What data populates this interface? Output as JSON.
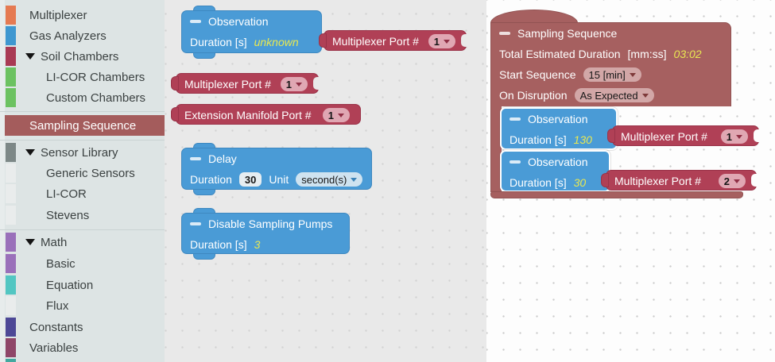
{
  "colors": {
    "block_blue": "#4a9bd6",
    "block_crimson": "#b04056",
    "block_maroon": "#a66060",
    "value_yellow": "#e9e851",
    "sidebar_background": "#dde4e4",
    "sidebar_selected": "#a45c5c",
    "flyout_background": "#e9e9e9",
    "canvas_background": "#fdfdfd",
    "swatch_orange": "#e57a52",
    "swatch_blue": "#3f97d0",
    "swatch_dark_red": "#a93a54",
    "swatch_green": "#6cc261",
    "swatch_gray": "#7d8887",
    "swatch_light": "#e9ecec",
    "swatch_purple": "#9a70ba",
    "swatch_teal": "#52c6c2",
    "swatch_indigo": "#4d4896",
    "swatch_plum": "#8f4668",
    "swatch_teal_bottom": "#43a89f"
  },
  "icons": {
    "collapse_icon": "minus-bar",
    "dropdown_arrow": "triangle-down",
    "category_expanded": "triangle-down"
  },
  "sidebar": {
    "items": [
      {
        "label": "Multiplexer",
        "color": "#e57a52",
        "level": 0,
        "expandable": false,
        "selected": false
      },
      {
        "label": "Gas Analyzers",
        "color": "#3f97d0",
        "level": 0,
        "expandable": false,
        "selected": false
      },
      {
        "label": "Soil Chambers",
        "color": "#a93a54",
        "level": 0,
        "expandable": true,
        "selected": false
      },
      {
        "label": "LI-COR Chambers",
        "color": "#6cc261",
        "level": 1,
        "expandable": false,
        "selected": false
      },
      {
        "label": "Custom Chambers",
        "color": "#6cc261",
        "level": 1,
        "expandable": false,
        "selected": false
      },
      {
        "label": "Sampling Sequence",
        "color": "#a45c5c",
        "level": 0,
        "expandable": false,
        "selected": true
      },
      {
        "label": "Sensor Library",
        "color": "#7d8887",
        "level": 0,
        "expandable": true,
        "selected": false
      },
      {
        "label": "Generic Sensors",
        "color": "#e9ecec",
        "level": 1,
        "expandable": false,
        "selected": false
      },
      {
        "label": "LI-COR",
        "color": "#e9ecec",
        "level": 1,
        "expandable": false,
        "selected": false
      },
      {
        "label": "Stevens",
        "color": "#e9ecec",
        "level": 1,
        "expandable": false,
        "selected": false
      },
      {
        "label": "Math",
        "color": "#9a70ba",
        "level": 0,
        "expandable": true,
        "selected": false
      },
      {
        "label": "Basic",
        "color": "#9a70ba",
        "level": 1,
        "expandable": false,
        "selected": false
      },
      {
        "label": "Equation",
        "color": "#52c6c2",
        "level": 1,
        "expandable": false,
        "selected": false
      },
      {
        "label": "Flux",
        "color": "#e9ecec",
        "level": 1,
        "expandable": false,
        "selected": false
      },
      {
        "label": "Constants",
        "color": "#4d4896",
        "level": 0,
        "expandable": false,
        "selected": false
      },
      {
        "label": "Variables",
        "color": "#8f4668",
        "level": 0,
        "expandable": false,
        "selected": false
      }
    ]
  },
  "palette": {
    "observation": {
      "title": "Observation",
      "duration_label": "Duration [s]",
      "duration_value": "unknown",
      "port": {
        "label": "Multiplexer Port #",
        "value": "1"
      }
    },
    "multiplexer_port": {
      "label": "Multiplexer Port #",
      "value": "1"
    },
    "extension_port": {
      "label": "Extension Manifold Port #",
      "value": "1"
    },
    "delay": {
      "title": "Delay",
      "duration_label": "Duration",
      "duration_value": "30",
      "unit_label": "Unit",
      "unit_value": "second(s)"
    },
    "disable_pumps": {
      "title": "Disable Sampling Pumps",
      "duration_label": "Duration [s]",
      "duration_value": "3"
    }
  },
  "workspace": {
    "sampling_sequence": {
      "title": "Sampling Sequence",
      "total_label": "Total Estimated Duration",
      "total_unit": "[mm:ss]",
      "total_value": "03:02",
      "start_label": "Start Sequence",
      "start_value": "15 [min]",
      "disruption_label": "On Disruption",
      "disruption_value": "As Expected",
      "observations": [
        {
          "title": "Observation",
          "duration_label": "Duration [s]",
          "duration_value": "130",
          "port_label": "Multiplexer Port #",
          "port_value": "1"
        },
        {
          "title": "Observation",
          "duration_label": "Duration [s]",
          "duration_value": "30",
          "port_label": "Multiplexer Port #",
          "port_value": "2"
        }
      ]
    }
  }
}
